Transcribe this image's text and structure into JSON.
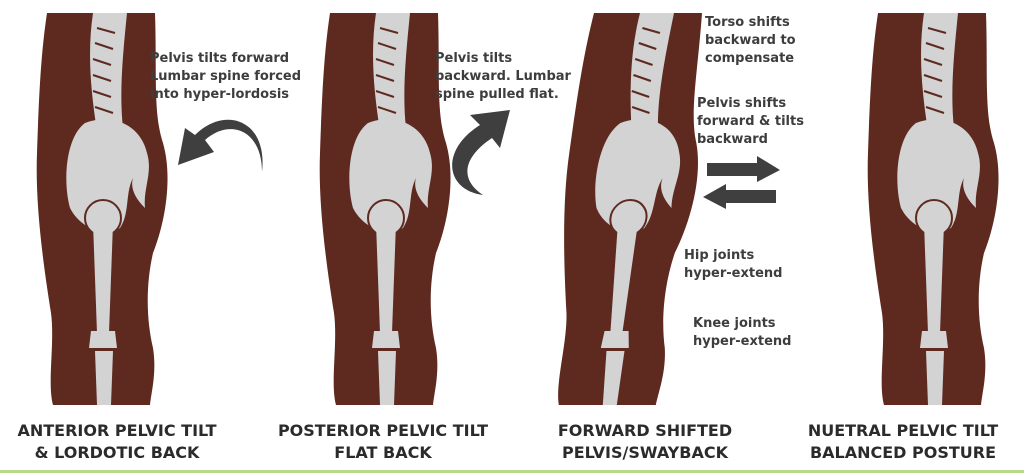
{
  "panels": [
    {
      "title": "ANTERIOR PELVIC TILT\n& LORDOTIC BACK",
      "notes": [
        "Pelvis tilts forward\nLumbar spine forced\ninto hyper-lordosis"
      ]
    },
    {
      "title": "POSTERIOR PELVIC TILT\nFLAT BACK",
      "notes": [
        "Pelvis tilts\nbackward. Lumbar\nspine pulled flat."
      ]
    },
    {
      "title": "FORWARD SHIFTED\nPELVIS/SWAYBACK",
      "notes": [
        "Torso shifts\nbackward to\ncompensate",
        "Pelvis shifts\nforward & tilts\nbackward",
        "Hip joints\nhyper-extend",
        "Knee joints\nhyper-extend"
      ]
    },
    {
      "title": "NUETRAL PELVIC TILT\nBALANCED POSTURE",
      "notes": []
    }
  ],
  "colors": {
    "body": "#5e2a20",
    "bone": "#d3d3d3",
    "arrow": "#3f3f3f",
    "text": "#3d3d3d",
    "accent_line": "#b8d98c"
  }
}
